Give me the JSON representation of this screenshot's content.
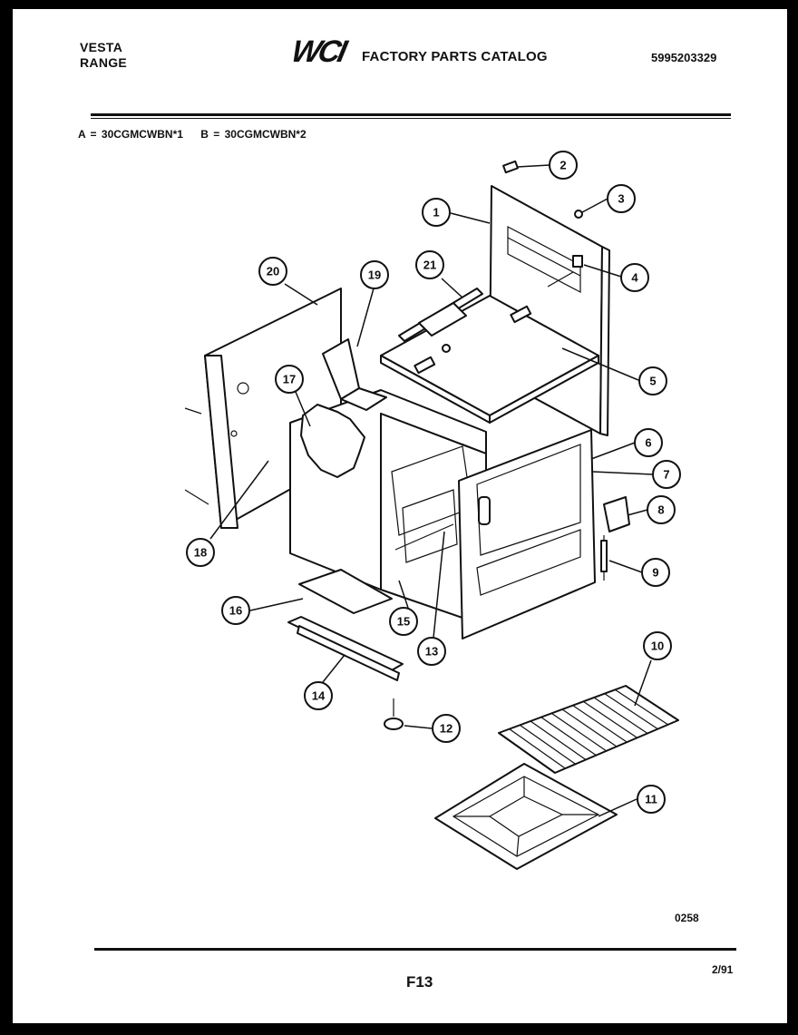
{
  "header": {
    "brand_line1": "VESTA",
    "brand_line2": "RANGE",
    "logo": "WCI",
    "catalog_title": "FACTORY PARTS CATALOG",
    "catalog_number": "5995203329",
    "model_a": "A = 30CGMCWBN*1",
    "model_b": "B = 30CGMCWBN*2"
  },
  "footer": {
    "figure_code": "0258",
    "page": "F13",
    "date": "2/91"
  },
  "callouts": [
    "1",
    "2",
    "3",
    "4",
    "5",
    "6",
    "7",
    "8",
    "9",
    "10",
    "11",
    "12",
    "13",
    "14",
    "15",
    "16",
    "17",
    "18",
    "19",
    "20",
    "21"
  ]
}
